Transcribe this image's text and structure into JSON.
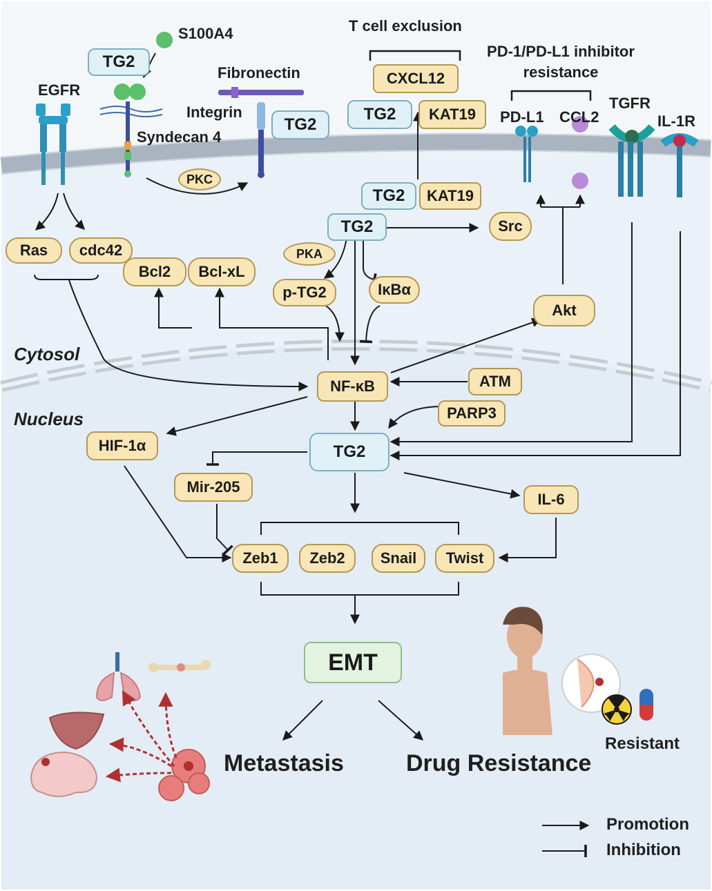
{
  "colors": {
    "cell_fill": "#eaf1f8",
    "membrane": "#a9b4c0",
    "node_tan": "#f8e6b6",
    "node_tan_border": "#b29855",
    "node_blue": "#dff1f7",
    "node_blue_border": "#7faebd",
    "node_emt": "#e3f3df",
    "arrow": "#1a1a1a",
    "metastasis_arrow": "#b03030"
  },
  "labels": {
    "s100a4": "S100A4",
    "t_cell_exclusion": "T cell exclusion",
    "pd1_line1": "PD-1/PD-L1 inhibitor",
    "pd1_line2": "resistance",
    "egfr": "EGFR",
    "fibronectin": "Fibronectin",
    "integrin": "Integrin",
    "syndecan4": "Syndecan 4",
    "pdl1": "PD-L1",
    "ccl2": "CCL2",
    "tgfr": "TGFR",
    "il1r": "IL-1R",
    "cytosol": "Cytosol",
    "nucleus": "Nucleus",
    "metastasis": "Metastasis",
    "drug_resistance": "Drug Resistance",
    "resistant": "Resistant"
  },
  "nodes": {
    "tg2_top": "TG2",
    "tg2_integrin": "TG2",
    "cxcl12": "CXCL12",
    "tg2_texcl": "TG2",
    "kat19_texcl": "KAT19",
    "pkc": "PKC",
    "tg2_mid": "TG2",
    "kat19_mid": "KAT19",
    "tg2_cyto": "TG2",
    "src": "Src",
    "ras": "Ras",
    "cdc42": "cdc42",
    "bcl2": "Bcl2",
    "bclxl": "Bcl-xL",
    "pka": "PKA",
    "ptg2": "p-TG2",
    "ikba": "IκBα",
    "akt": "Akt",
    "nfkb": "NF-κB",
    "atm": "ATM",
    "parp3": "PARP3",
    "hif1a": "HIF-1α",
    "tg2_nuc": "TG2",
    "mir205": "Mir-205",
    "il6": "IL-6",
    "zeb1": "Zeb1",
    "zeb2": "Zeb2",
    "snail": "Snail",
    "twist": "Twist",
    "emt": "EMT"
  },
  "legend": {
    "promotion": "Promotion",
    "inhibition": "Inhibition"
  },
  "icons": [
    "receptor-icon",
    "lung-icon",
    "liver-icon",
    "brain-icon",
    "bone-icon",
    "tumor-cell-icon",
    "patient-icon",
    "breast-tissue-icon",
    "radiation-icon",
    "capsule-icon"
  ]
}
